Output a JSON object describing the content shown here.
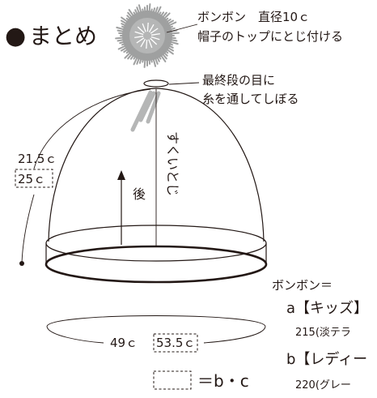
{
  "heading": {
    "bullet": "●",
    "title": "まとめ"
  },
  "pompom_note": {
    "line1": "ボンボン　直径10ｃ",
    "line2": "帽子のトップにとじ付ける"
  },
  "top_note": {
    "line1": "最終段の目に",
    "line2": "糸を通してしぼる"
  },
  "seam_label": "すくいとじ",
  "back_label": "後",
  "height_measure": {
    "value": "21.5ｃ",
    "alt_value": "25ｃ"
  },
  "circumference": {
    "value": "49ｃ",
    "alt_value": "53.5ｃ"
  },
  "legend": {
    "equals": "＝b・c"
  },
  "pompom_spec": {
    "header": "ボンボン＝",
    "a_title": "a【キッズ】",
    "a_detail": "215(淡テラ",
    "b_title": "b【レディー",
    "b_detail": "220(グレー"
  },
  "colors": {
    "ink": "#231815",
    "pompom_grey": "#9fa0a0",
    "tie_grey": "#b5b6b6"
  }
}
